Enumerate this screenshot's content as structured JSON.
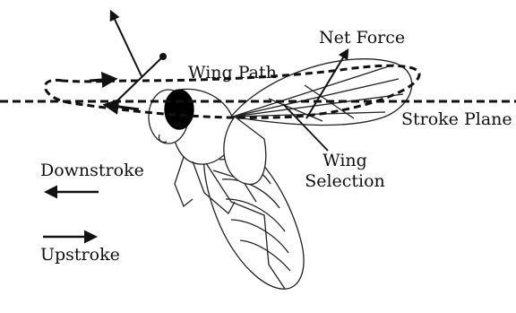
{
  "labels": {
    "net_force": "Net Force",
    "wing_path": "Wing Path",
    "stroke_plane": "Stroke Plane",
    "wing_selection_line1": "Wing",
    "wing_selection_line2": "Selection",
    "downstroke": "Downstroke",
    "upstroke": "Upstroke"
  }
}
